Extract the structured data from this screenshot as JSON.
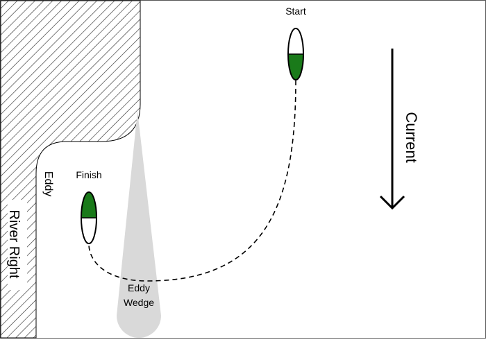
{
  "labels": {
    "start": "Start",
    "finish": "Finish",
    "eddy": "Eddy",
    "eddy_wedge_line1": "Eddy",
    "eddy_wedge_line2": "Wedge",
    "current": "Current",
    "river_right": "River Right"
  },
  "colors": {
    "boat_fill": "#1a7a1a",
    "wedge": "#d9d9d9",
    "hatch": "#333333",
    "path": "#000000"
  },
  "icons": {
    "start_boat": "kayak-icon",
    "finish_boat": "kayak-icon",
    "current_arrow": "arrow-down-icon"
  }
}
